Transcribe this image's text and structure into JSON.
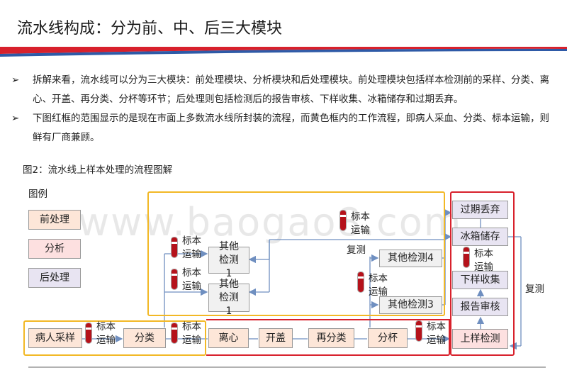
{
  "colors": {
    "yellow_frame": "#f2b825",
    "red_frame": "#d8212c",
    "stripe_red": "#d8212c",
    "stripe_blue": "#2e5aa7",
    "arrow": "#6f8fc0",
    "blood": "#b5121b"
  },
  "title": "流水线构成：分为前、中、后三大模块",
  "bullets": [
    {
      "marker": "➢",
      "text": "拆解来看，流水线可以分为三大模块：前处理模块、分析模块和后处理模块。前处理模块包括样本检测前的采样、分类、离心、开盖、再分类、分杯等环节；后处理则包括检测后的报告审核、下样收集、冰箱储存和过期丢弃。"
    },
    {
      "marker": "➢",
      "text": "下图红框的范围显示的是现在市面上多数流水线所封装的流程，而黄色框内的工作流程，即病人采血、分类、标本运输，则鲜有厂商兼顾。"
    }
  ],
  "figure": {
    "caption": "图2：流水线上样本处理的流程图解",
    "legend_title": "图例",
    "legend": {
      "pre": "前处理",
      "analysis": "分析",
      "post": "后处理"
    },
    "nodes": {
      "patient": "病人采样",
      "classify": "分类",
      "centrifuge": "离心",
      "decap": "开盖",
      "reclassify": "再分类",
      "aliquot": "分杯",
      "online": "上样检测",
      "report": "报告审核",
      "collect": "下样收集",
      "fridge": "冰箱储存",
      "discard": "过期丢弃",
      "other4": "其他检测4",
      "other3": "其他检测3",
      "other1a": "其他检测1",
      "other1b": "其他检测1"
    },
    "transport": "标本运输",
    "retest": "复测",
    "watermark": "www.baogao8.com"
  }
}
